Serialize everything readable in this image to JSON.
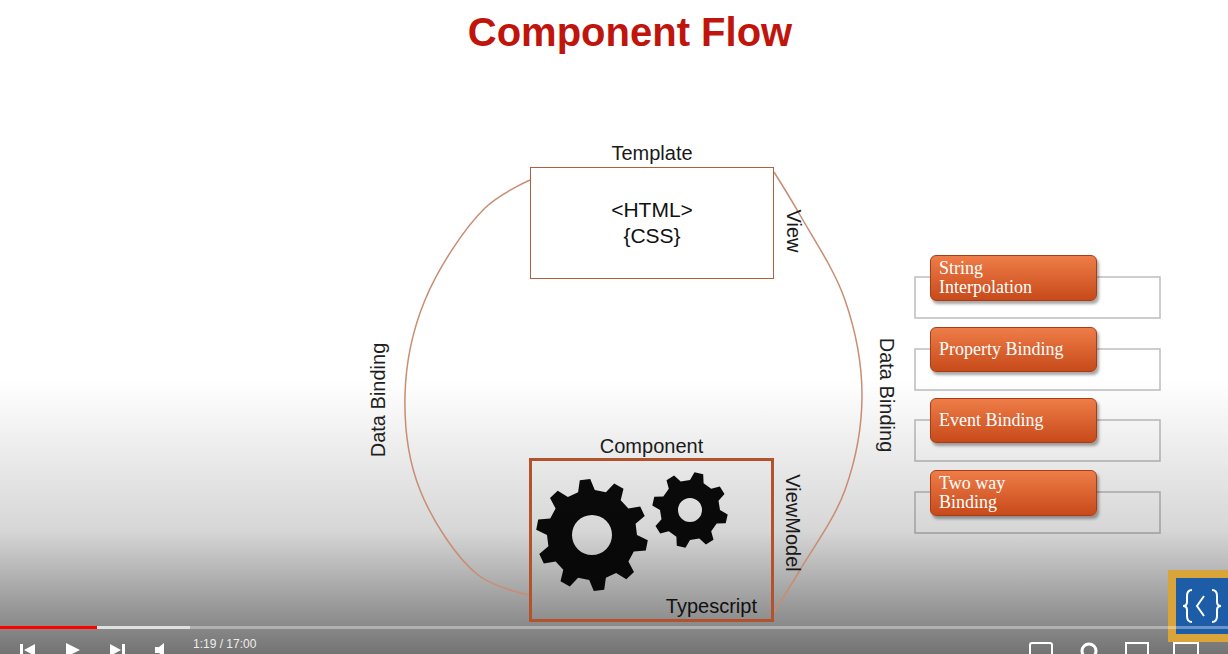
{
  "diagram": {
    "title": "Component Flow",
    "nodes": [
      {
        "text": [
          "Template",
          "<HTML> {CSS}",
          "View"
        ]
      },
      {
        "text": [
          "Component",
          "ViewModel",
          "Typescript"
        ]
      },
      {
        "text": [
          "String Interpolation"
        ]
      },
      {
        "text": [
          "Property Binding"
        ]
      },
      {
        "text": [
          "Event Binding"
        ]
      },
      {
        "text": [
          "Two way Binding"
        ]
      }
    ],
    "edges": [
      {
        "from": 0,
        "to": 1,
        "label": "Data Binding",
        "arrow": "none"
      },
      {
        "from": 0,
        "to": 1,
        "label": "Data Binding",
        "arrow": "none"
      }
    ],
    "labels": [
      "1:19 / 17:00"
    ]
  }
}
